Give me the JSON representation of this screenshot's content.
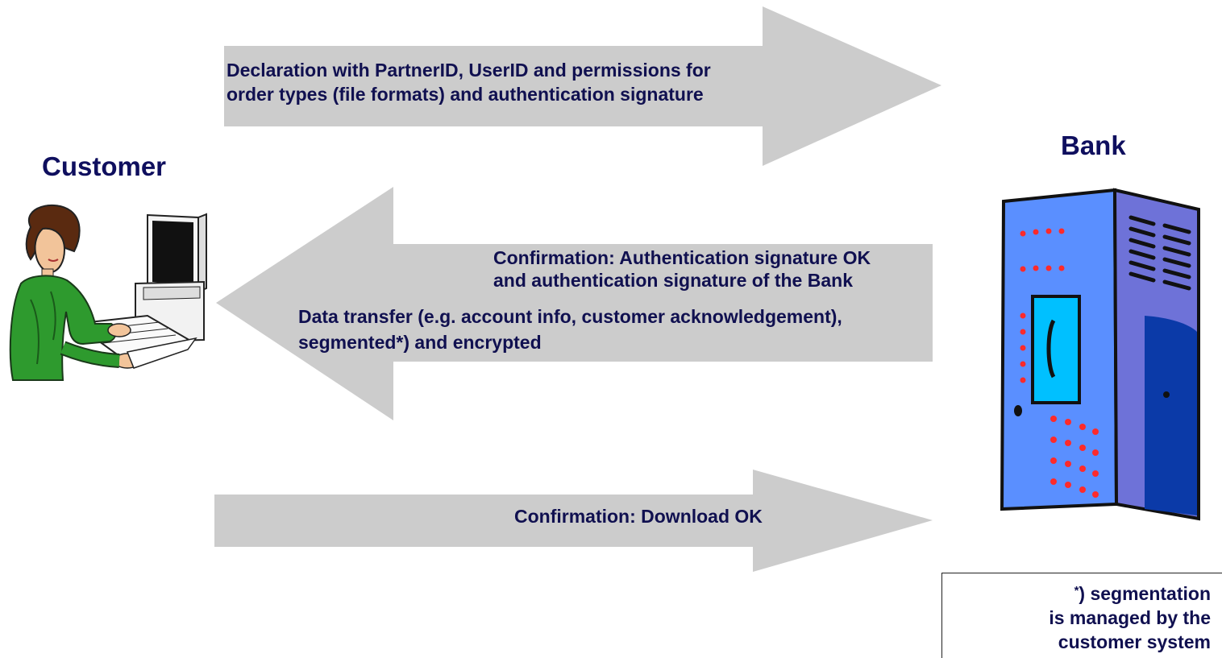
{
  "customer": {
    "title": "Customer"
  },
  "bank": {
    "title": "Bank"
  },
  "arrow_top": {
    "line1": "Declaration with PartnerID, UserID and permissions for",
    "line2": "order types (file formats) and authentication signature"
  },
  "arrow_middle": {
    "confirm_line1": "Confirmation: Authentication signature OK",
    "confirm_line2": "and authentication signature of the Bank",
    "transfer_line1": "Data transfer (e.g. account info, customer acknowledgement),",
    "transfer_line2": "segmented*) and encrypted"
  },
  "arrow_bottom": {
    "label": "Confirmation: Download OK"
  },
  "footnote": {
    "marker": "*",
    "line1": ") segmentation",
    "line2": "is managed by the",
    "line3": "customer system"
  },
  "colors": {
    "arrow_fill": "#cccccc",
    "text": "#101050",
    "server_body": "#5a8fff",
    "server_side": "#6e72d8",
    "server_screen": "#00c0ff",
    "server_lights": "#ff2a2a",
    "person_shirt": "#2e9a2e"
  },
  "icons": {
    "customer": "person-at-computer-icon",
    "bank": "server-tower-icon"
  }
}
